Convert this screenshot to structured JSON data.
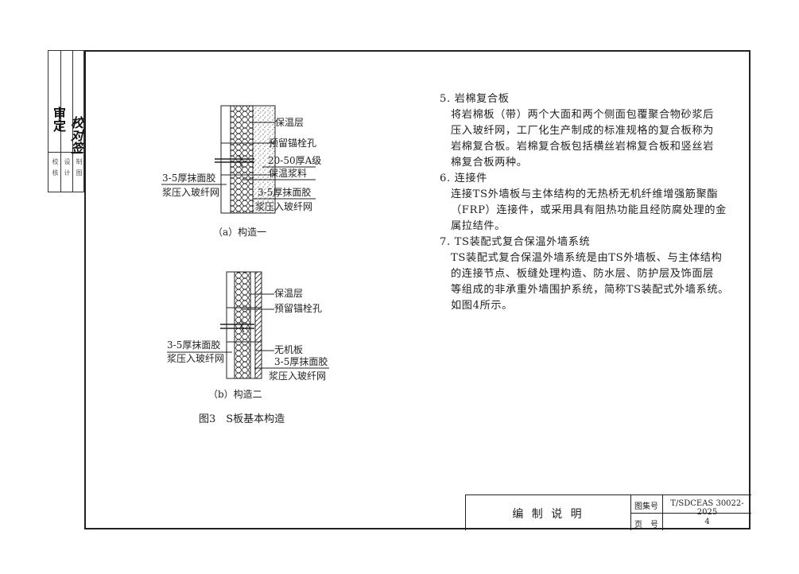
{
  "side_strip": {
    "signatures": [
      "审定",
      "校对签"
    ],
    "labels": [
      "校核",
      "设计",
      "制图"
    ]
  },
  "figure": {
    "a": {
      "labels": [
        "保温层",
        "预留锚栓孔",
        "20-50厚A级",
        "保温浆料",
        "3-5厚抹面胶",
        "浆压入玻纤网",
        "3-5厚抹面胶",
        "浆压入玻纤网"
      ],
      "caption": "（a）构造一"
    },
    "b": {
      "labels": [
        "保温层",
        "预留锚栓孔",
        "3-5厚抹面胶",
        "浆压入玻纤网",
        "无机板",
        "3-5厚抹面胶",
        "浆压入玻纤网"
      ],
      "caption": "（b）构造二"
    },
    "title": "图3　S板基本构造"
  },
  "text": {
    "lines": [
      "5. 岩棉复合板",
      "将岩棉板（带）两个大面和两个侧面包覆聚合物砂浆后",
      "压入玻纤网，工厂化生产制成的标准规格的复合板称为",
      "岩棉复合板。岩棉复合板包括横丝岩棉复合板和竖丝岩",
      "棉复合板两种。",
      "6. 连接件",
      "连接TS外墙板与主体结构的无热桥无机纤维增强筋聚酯",
      "（FRP）连接件，或采用具有阻热功能且经防腐处理的金",
      "属拉结件。",
      "7. TS装配式复合保温外墙系统",
      "TS装配式复合保温外墙系统是由TS外墙板、与主体结构",
      "的连接节点、板缝处理构造、防水层、防护层及饰面层",
      "等组成的非承重外墙围护系统，简称TS装配式外墙系统。",
      "如图4所示。"
    ]
  },
  "title_block": {
    "title": "编 制 说 明",
    "atlas_label": "图集号",
    "atlas_no": "T/SDCEAS 30022-2025",
    "page_label": "页　号",
    "page_no": "4"
  }
}
